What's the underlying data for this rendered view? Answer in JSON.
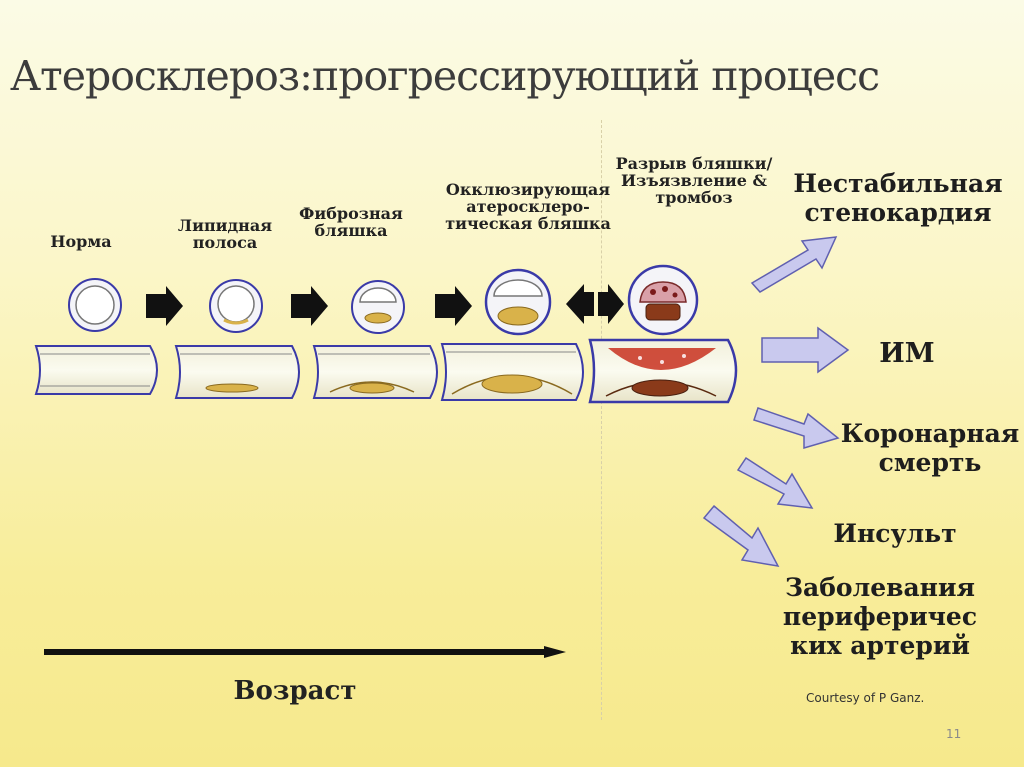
{
  "title": "Атеросклероз:прогрессирующий процесс",
  "stages": [
    {
      "label": "Норма"
    },
    {
      "label": "Липидная полоса"
    },
    {
      "label": "Фиброзная бляшка"
    },
    {
      "label": "Окклюзирующая атеросклеро-тическая бляшка"
    },
    {
      "label": "Разрыв бляшки/ Изъязвление & тромбоз"
    }
  ],
  "outcomes": [
    {
      "label": "Нестабильная стенокардия"
    },
    {
      "label": "ИМ"
    },
    {
      "label": "Коронарная смерть"
    },
    {
      "label": "Инсульт"
    },
    {
      "label": "Заболевания периферичес ких артерий"
    }
  ],
  "age_label": "Возраст",
  "courtesy": "Courtesy  of P Ganz.",
  "page_number": "11",
  "colors": {
    "vessel_outline": "#3a3aa8",
    "lipid": "#d9b24a",
    "thrombus": "#c8301e",
    "outcome_arrow_fill": "#c9c9ee",
    "outcome_arrow_stroke": "#6060b0",
    "stage_arrow": "#111111"
  }
}
